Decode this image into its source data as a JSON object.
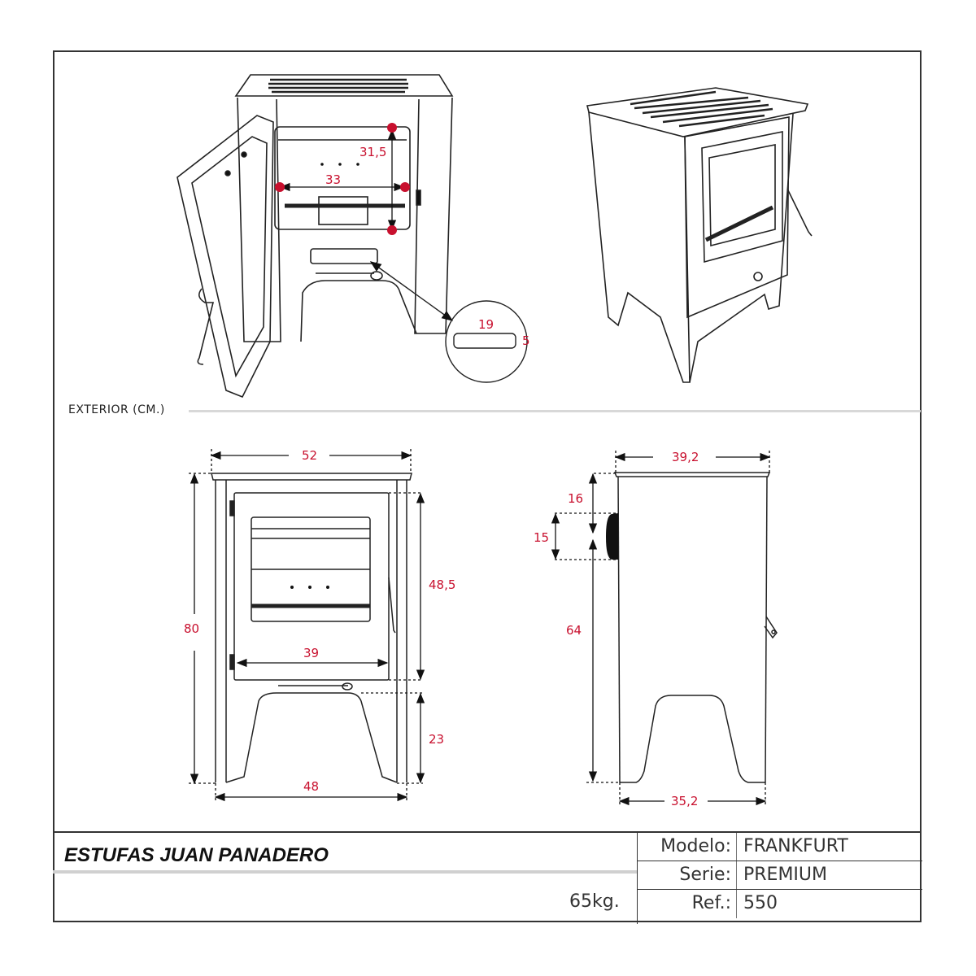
{
  "section": {
    "label": "EXTERIOR (CM.)"
  },
  "isometric_front": {
    "firebox_height": "31,5",
    "firebox_width": "33",
    "ashpan_callout": {
      "width": "19",
      "height": "5"
    }
  },
  "front_view": {
    "overall_width_top": "52",
    "overall_height": "80",
    "door_height": "48,5",
    "door_width": "39",
    "leg_height": "23",
    "base_width": "48"
  },
  "side_view": {
    "overall_depth_top": "39,2",
    "flue_top_offset": "16",
    "flue_diameter": "15",
    "flue_to_floor": "64",
    "base_depth": "35,2"
  },
  "title_block": {
    "brand": "ESTUFAS JUAN PANADERO",
    "weight": "65kg.",
    "rows": [
      {
        "key": "Modelo:",
        "value": "FRANKFURT"
      },
      {
        "key": "Serie:",
        "value": "PREMIUM"
      },
      {
        "key": "Ref.:",
        "value": "550"
      }
    ]
  },
  "colors": {
    "dimension": "#c8102e",
    "line": "#222222",
    "rule": "#d8d8d8"
  }
}
